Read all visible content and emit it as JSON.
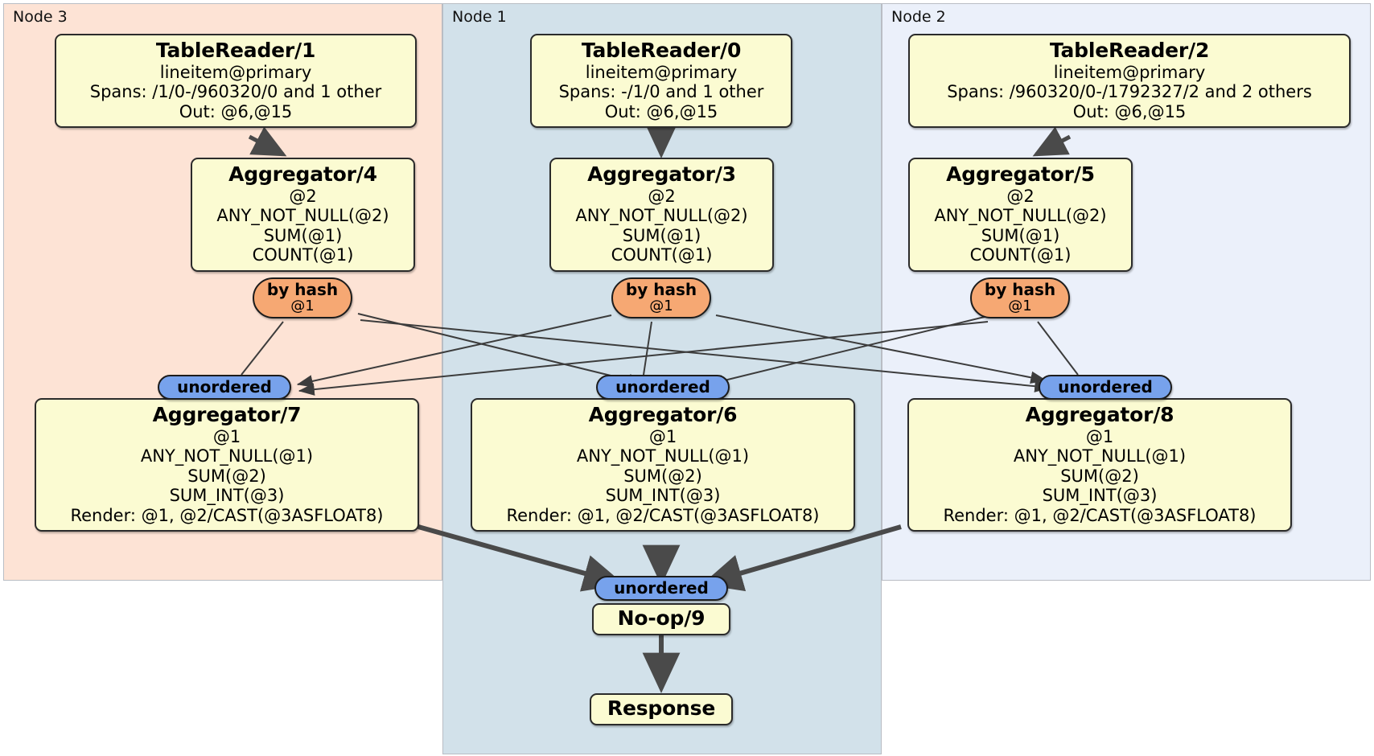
{
  "diagram": {
    "type": "distributed-query-plan",
    "colors": {
      "node3_panel": "#fde3d5",
      "node1_panel": "#d2e1ea",
      "node2_panel": "#ebf0fa",
      "processor_box": "#fbfbd2",
      "hash_router": "#f6a873",
      "unordered_sync": "#77a2ec",
      "edge": "#4a4a4a"
    },
    "nodes": [
      {
        "id": "node3",
        "label": "Node 3"
      },
      {
        "id": "node1",
        "label": "Node 1"
      },
      {
        "id": "node2",
        "label": "Node 2"
      }
    ],
    "processors": [
      {
        "id": "tablereader1",
        "node": "Node 3",
        "title": "TableReader/1",
        "lines": [
          "lineitem@primary",
          "Spans: /1/0-/960320/0 and 1 other",
          "Out: @6,@15"
        ]
      },
      {
        "id": "tablereader0",
        "node": "Node 1",
        "title": "TableReader/0",
        "lines": [
          "lineitem@primary",
          "Spans: -/1/0 and 1 other",
          "Out: @6,@15"
        ]
      },
      {
        "id": "tablereader2",
        "node": "Node 2",
        "title": "TableReader/2",
        "lines": [
          "lineitem@primary",
          "Spans: /960320/0-/1792327/2 and 2 others",
          "Out: @6,@15"
        ]
      },
      {
        "id": "aggregator4",
        "node": "Node 3",
        "title": "Aggregator/4",
        "lines": [
          "@2",
          "ANY_NOT_NULL(@2)",
          "SUM(@1)",
          "COUNT(@1)"
        ]
      },
      {
        "id": "aggregator3",
        "node": "Node 1",
        "title": "Aggregator/3",
        "lines": [
          "@2",
          "ANY_NOT_NULL(@2)",
          "SUM(@1)",
          "COUNT(@1)"
        ]
      },
      {
        "id": "aggregator5",
        "node": "Node 2",
        "title": "Aggregator/5",
        "lines": [
          "@2",
          "ANY_NOT_NULL(@2)",
          "SUM(@1)",
          "COUNT(@1)"
        ]
      },
      {
        "id": "aggregator7",
        "node": "Node 3",
        "title": "Aggregator/7",
        "lines": [
          "@1",
          "ANY_NOT_NULL(@1)",
          "SUM(@2)",
          "SUM_INT(@3)",
          "Render: @1, @2/CAST(@3ASFLOAT8)"
        ]
      },
      {
        "id": "aggregator6",
        "node": "Node 1",
        "title": "Aggregator/6",
        "lines": [
          "@1",
          "ANY_NOT_NULL(@1)",
          "SUM(@2)",
          "SUM_INT(@3)",
          "Render: @1, @2/CAST(@3ASFLOAT8)"
        ]
      },
      {
        "id": "aggregator8",
        "node": "Node 2",
        "title": "Aggregator/8",
        "lines": [
          "@1",
          "ANY_NOT_NULL(@1)",
          "SUM(@2)",
          "SUM_INT(@3)",
          "Render: @1, @2/CAST(@3ASFLOAT8)"
        ]
      },
      {
        "id": "noop9",
        "node": "Node 1",
        "title": "No-op/9",
        "lines": []
      },
      {
        "id": "response",
        "node": "Node 1",
        "title": "Response",
        "lines": []
      }
    ],
    "routers": [
      {
        "id": "hash-left",
        "node": "Node 3",
        "title": "by hash",
        "sub": "@1"
      },
      {
        "id": "hash-center",
        "node": "Node 1",
        "title": "by hash",
        "sub": "@1"
      },
      {
        "id": "hash-right",
        "node": "Node 2",
        "title": "by hash",
        "sub": "@1"
      }
    ],
    "synchronizers": [
      {
        "id": "unordered-left",
        "node": "Node 3",
        "title": "unordered"
      },
      {
        "id": "unordered-center",
        "node": "Node 1",
        "title": "unordered"
      },
      {
        "id": "unordered-right",
        "node": "Node 2",
        "title": "unordered"
      },
      {
        "id": "unordered-final",
        "node": "Node 1",
        "title": "unordered"
      }
    ]
  }
}
